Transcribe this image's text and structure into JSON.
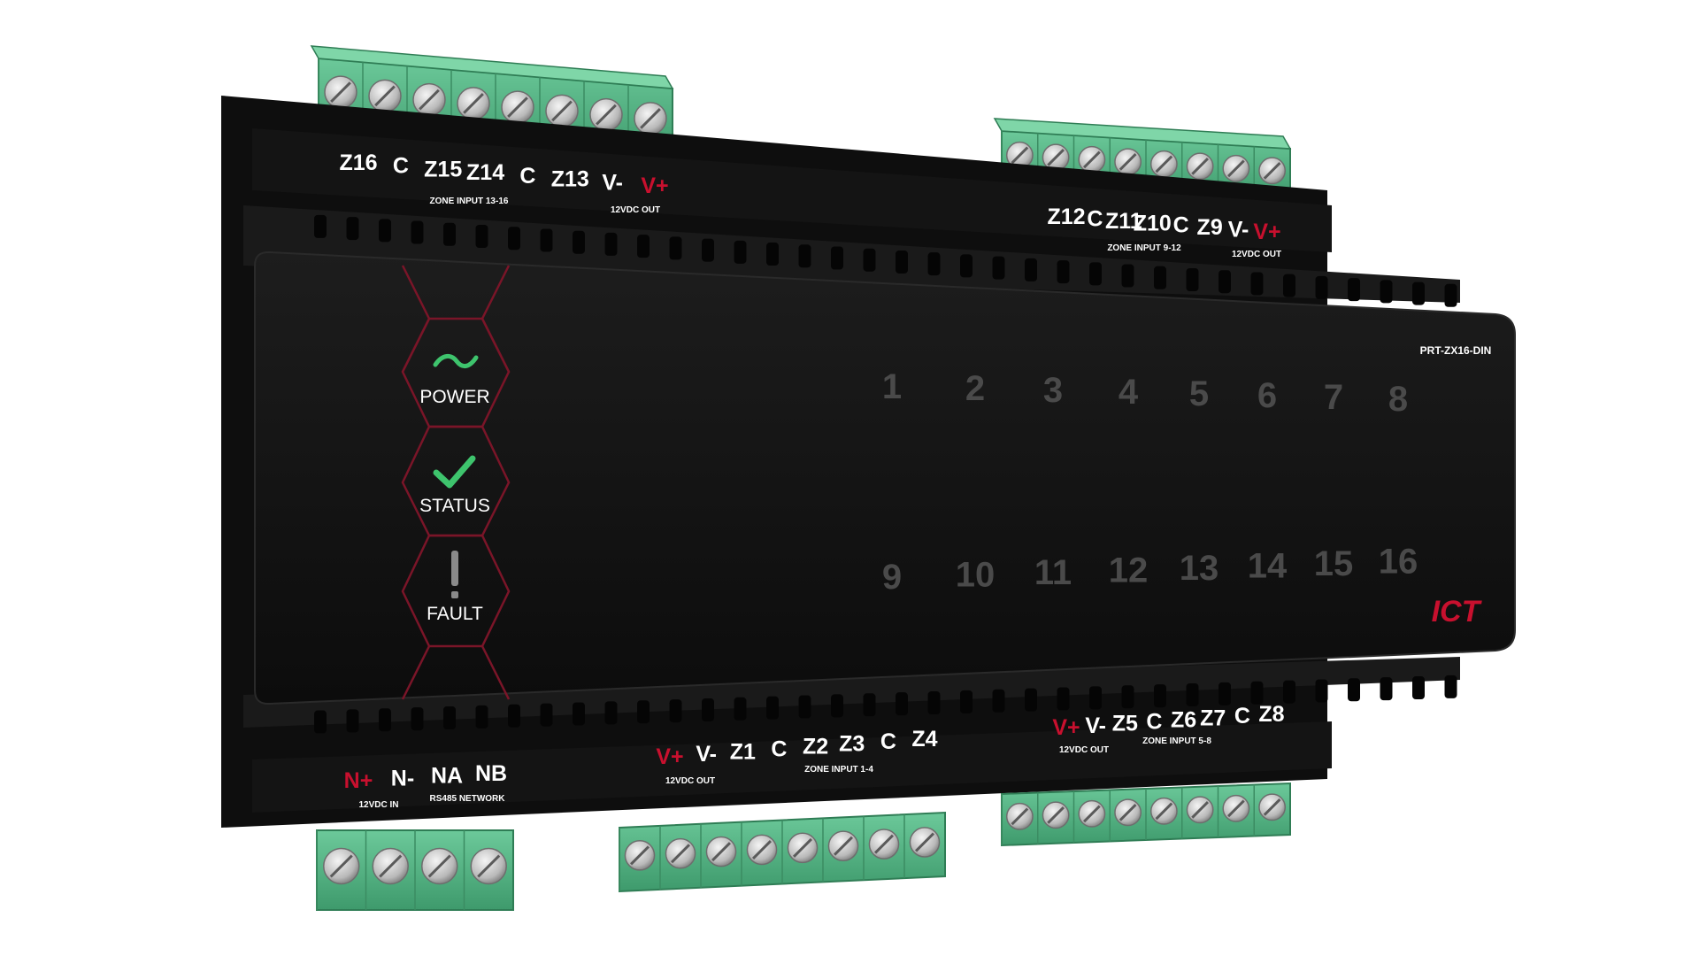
{
  "device": {
    "model": "PRT-ZX16-DIN",
    "brand": "ICT",
    "brand_color": "#c8102e",
    "body_color": "#111111",
    "terminal_color": "#4fb080"
  },
  "indicators": [
    {
      "label": "POWER",
      "icon": "tilde-icon",
      "color": "#3ec46d"
    },
    {
      "label": "STATUS",
      "icon": "checkmark-icon",
      "color": "#3ec46d"
    },
    {
      "label": "FAULT",
      "icon": "exclamation-icon",
      "color": "#8a8a8a"
    }
  ],
  "zone_numbers_top": [
    "1",
    "2",
    "3",
    "4",
    "5",
    "6",
    "7",
    "8"
  ],
  "zone_numbers_bottom": [
    "9",
    "10",
    "11",
    "12",
    "13",
    "14",
    "15",
    "16"
  ],
  "terminals": {
    "top_left": {
      "labels": [
        "Z16",
        "C",
        "Z15",
        "Z14",
        "C",
        "Z13",
        "V-",
        "V+"
      ],
      "caption_zone": "ZONE INPUT 13-16",
      "caption_power": "12VDC OUT"
    },
    "top_right": {
      "labels": [
        "Z12",
        "C",
        "Z11",
        "Z10",
        "C",
        "Z9",
        "V-",
        "V+"
      ],
      "caption_zone": "ZONE INPUT 9-12",
      "caption_power": "12VDC OUT"
    },
    "bottom_left": {
      "labels": [
        "N+",
        "N-",
        "NA",
        "NB"
      ],
      "caption_power": "12VDC IN",
      "caption_network": "RS485 NETWORK"
    },
    "bottom_middle": {
      "labels": [
        "V+",
        "V-",
        "Z1",
        "C",
        "Z2",
        "Z3",
        "C",
        "Z4"
      ],
      "caption_power": "12VDC OUT",
      "caption_zone": "ZONE INPUT 1-4"
    },
    "bottom_right": {
      "labels": [
        "V+",
        "V-",
        "Z5",
        "C",
        "Z6",
        "Z7",
        "C",
        "Z8"
      ],
      "caption_power": "12VDC OUT",
      "caption_zone": "ZONE INPUT 5-8"
    }
  }
}
